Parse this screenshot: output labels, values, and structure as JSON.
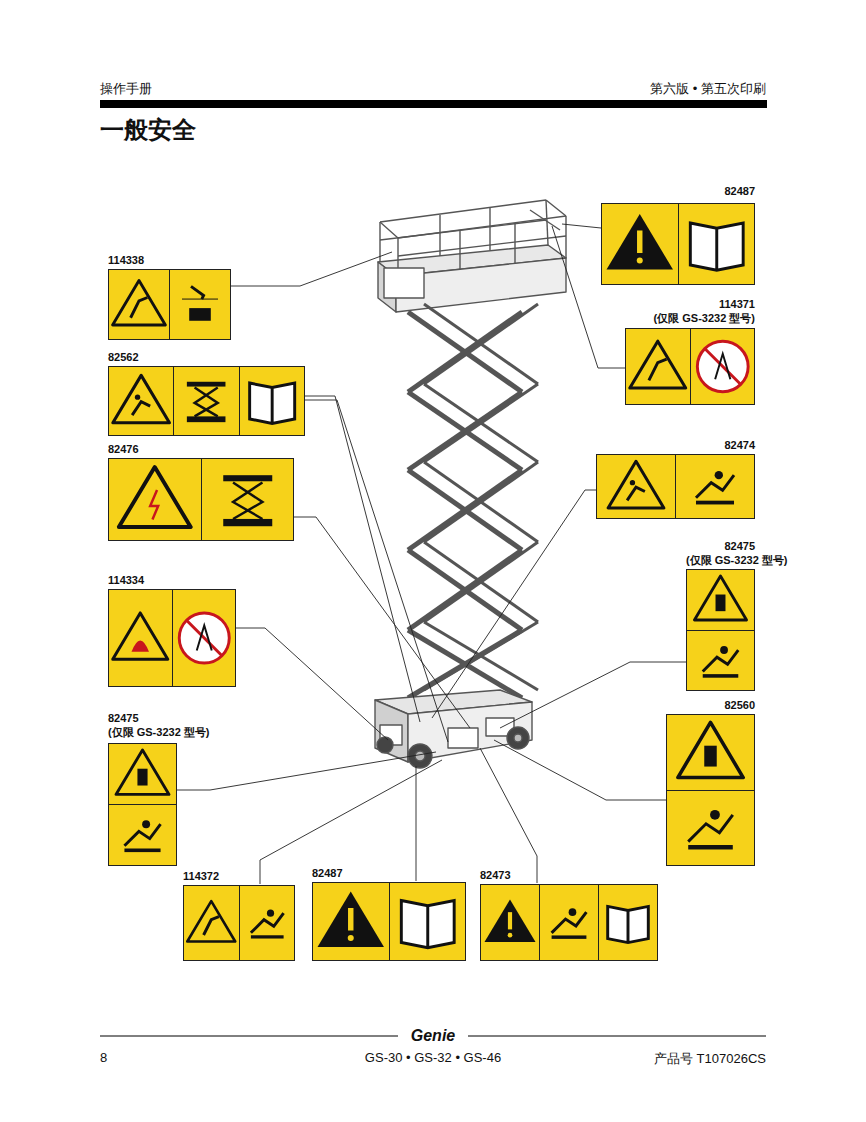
{
  "diagram": {
    "title": "一般安全",
    "nodes": [
      {
        "text": [
          "82487"
        ]
      },
      {
        "text": [
          "114338"
        ]
      },
      {
        "text": [
          "114371",
          "(仅限 GS-3232 型号)"
        ]
      },
      {
        "text": [
          "82562"
        ]
      },
      {
        "text": [
          "82476"
        ]
      },
      {
        "text": [
          "82474"
        ]
      },
      {
        "text": [
          "82475",
          "(仅限 GS-3232 型号)"
        ]
      },
      {
        "text": [
          "114334"
        ]
      },
      {
        "text": [
          "82475",
          "(仅限 GS-3232 型号)"
        ]
      },
      {
        "text": [
          "82560"
        ]
      },
      {
        "text": [
          "114372"
        ]
      },
      {
        "text": [
          "82487"
        ]
      },
      {
        "text": [
          "82473"
        ]
      }
    ],
    "labels": [
      "操作手册",
      "第六版 • 第五次印刷",
      "Genie",
      "8",
      "GS-30 • GS-32 • GS-46",
      "产品号 T107026CS"
    ]
  }
}
